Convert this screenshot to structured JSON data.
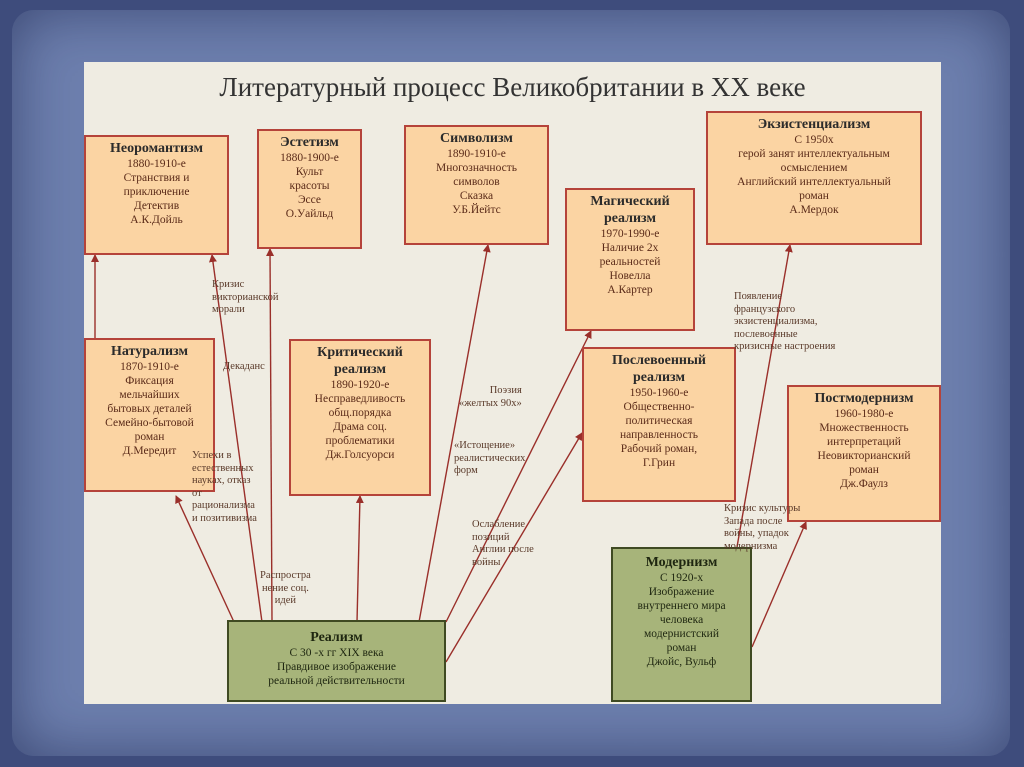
{
  "title": "Литературный процесс Великобритании в XX веке",
  "boxes": {
    "neoromanticism": {
      "name": "Неоромантизм",
      "lines": [
        "1880-1910-е",
        "Странствия и",
        "приключение",
        "Детектив",
        "А.К.Дойль"
      ]
    },
    "aestheticism": {
      "name": "Эстетизм",
      "lines": [
        "1880-1900-е",
        "Культ",
        "красоты",
        "Эссе",
        "О.Уайльд"
      ]
    },
    "symbolism": {
      "name": "Символизм",
      "lines": [
        "1890-1910-е",
        "Многозначность",
        "символов",
        "Сказка",
        "У.Б.Йейтс"
      ]
    },
    "magic_realism": {
      "name": "Магический реализм",
      "lines": [
        "1970-1990-е",
        "Наличие 2х",
        "реальностей",
        "Новелла",
        "А.Картер"
      ]
    },
    "existentialism": {
      "name": "Экзистенциализм",
      "lines": [
        "С 1950х",
        "герой занят интеллектуальным",
        "осмыслением",
        "Английский интеллектуальный",
        "роман",
        "А.Мердок"
      ]
    },
    "naturalism": {
      "name": "Натурализм",
      "lines": [
        "1870-1910-е",
        "Фиксация",
        "мельчайших",
        "бытовых деталей",
        "Семейно-бытовой",
        "роман",
        "Д.Мередит"
      ]
    },
    "critical_realism": {
      "name": "Критический реализм",
      "lines": [
        "1890-1920-е",
        "Несправедливость",
        "общ.порядка",
        "Драма соц.",
        "проблематики",
        "Дж.Голсуорси"
      ]
    },
    "postwar_realism": {
      "name": "Послевоенный реализм",
      "lines": [
        "1950-1960-е",
        "Общественно-",
        "политическая",
        "направленность",
        "Рабочий роман,",
        "Г.Грин"
      ]
    },
    "postmodernism": {
      "name": "Постмодернизм",
      "lines": [
        "1960-1980-е",
        "Множественность",
        "интерпретаций",
        "Неовикторианский",
        "роман",
        "Дж.Фаулз"
      ]
    },
    "realism": {
      "name": "Реализм",
      "lines": [
        "С 30 -х гг XIX века",
        "Правдивое изображение",
        "реальной действительности"
      ]
    },
    "modernism": {
      "name": "Модернизм",
      "lines": [
        "С 1920-х",
        "Изображение",
        "внутреннего мира",
        "человека",
        "модернистский",
        "роман",
        "Джойс, Вульф"
      ]
    }
  },
  "notes": {
    "crisis_victorian": "Кризис\nвикторианской\nморали",
    "decadence": "Декаданс",
    "success_sciences": "Успехи в\nестественных\nнауках, отказ\nот\nрационализма\nи позитивизма",
    "spread_social": "Распростра\nнение соц.\nидей",
    "poetry_90s": "Поэзия\n«желтых 90х»",
    "exhaustion": "«Истощение»\nреалистических\nформ",
    "weakening": "Ослабление\nпозиций\nАнглии после\nвойны",
    "french_existentialism": "Появление\nфранцузского\nэкзистенциализма,\nпослевоенные\nкризисные настроения",
    "culture_crisis": "Кризис культуры\nЗапада после\nвойны, упадок\nмодернизма"
  }
}
